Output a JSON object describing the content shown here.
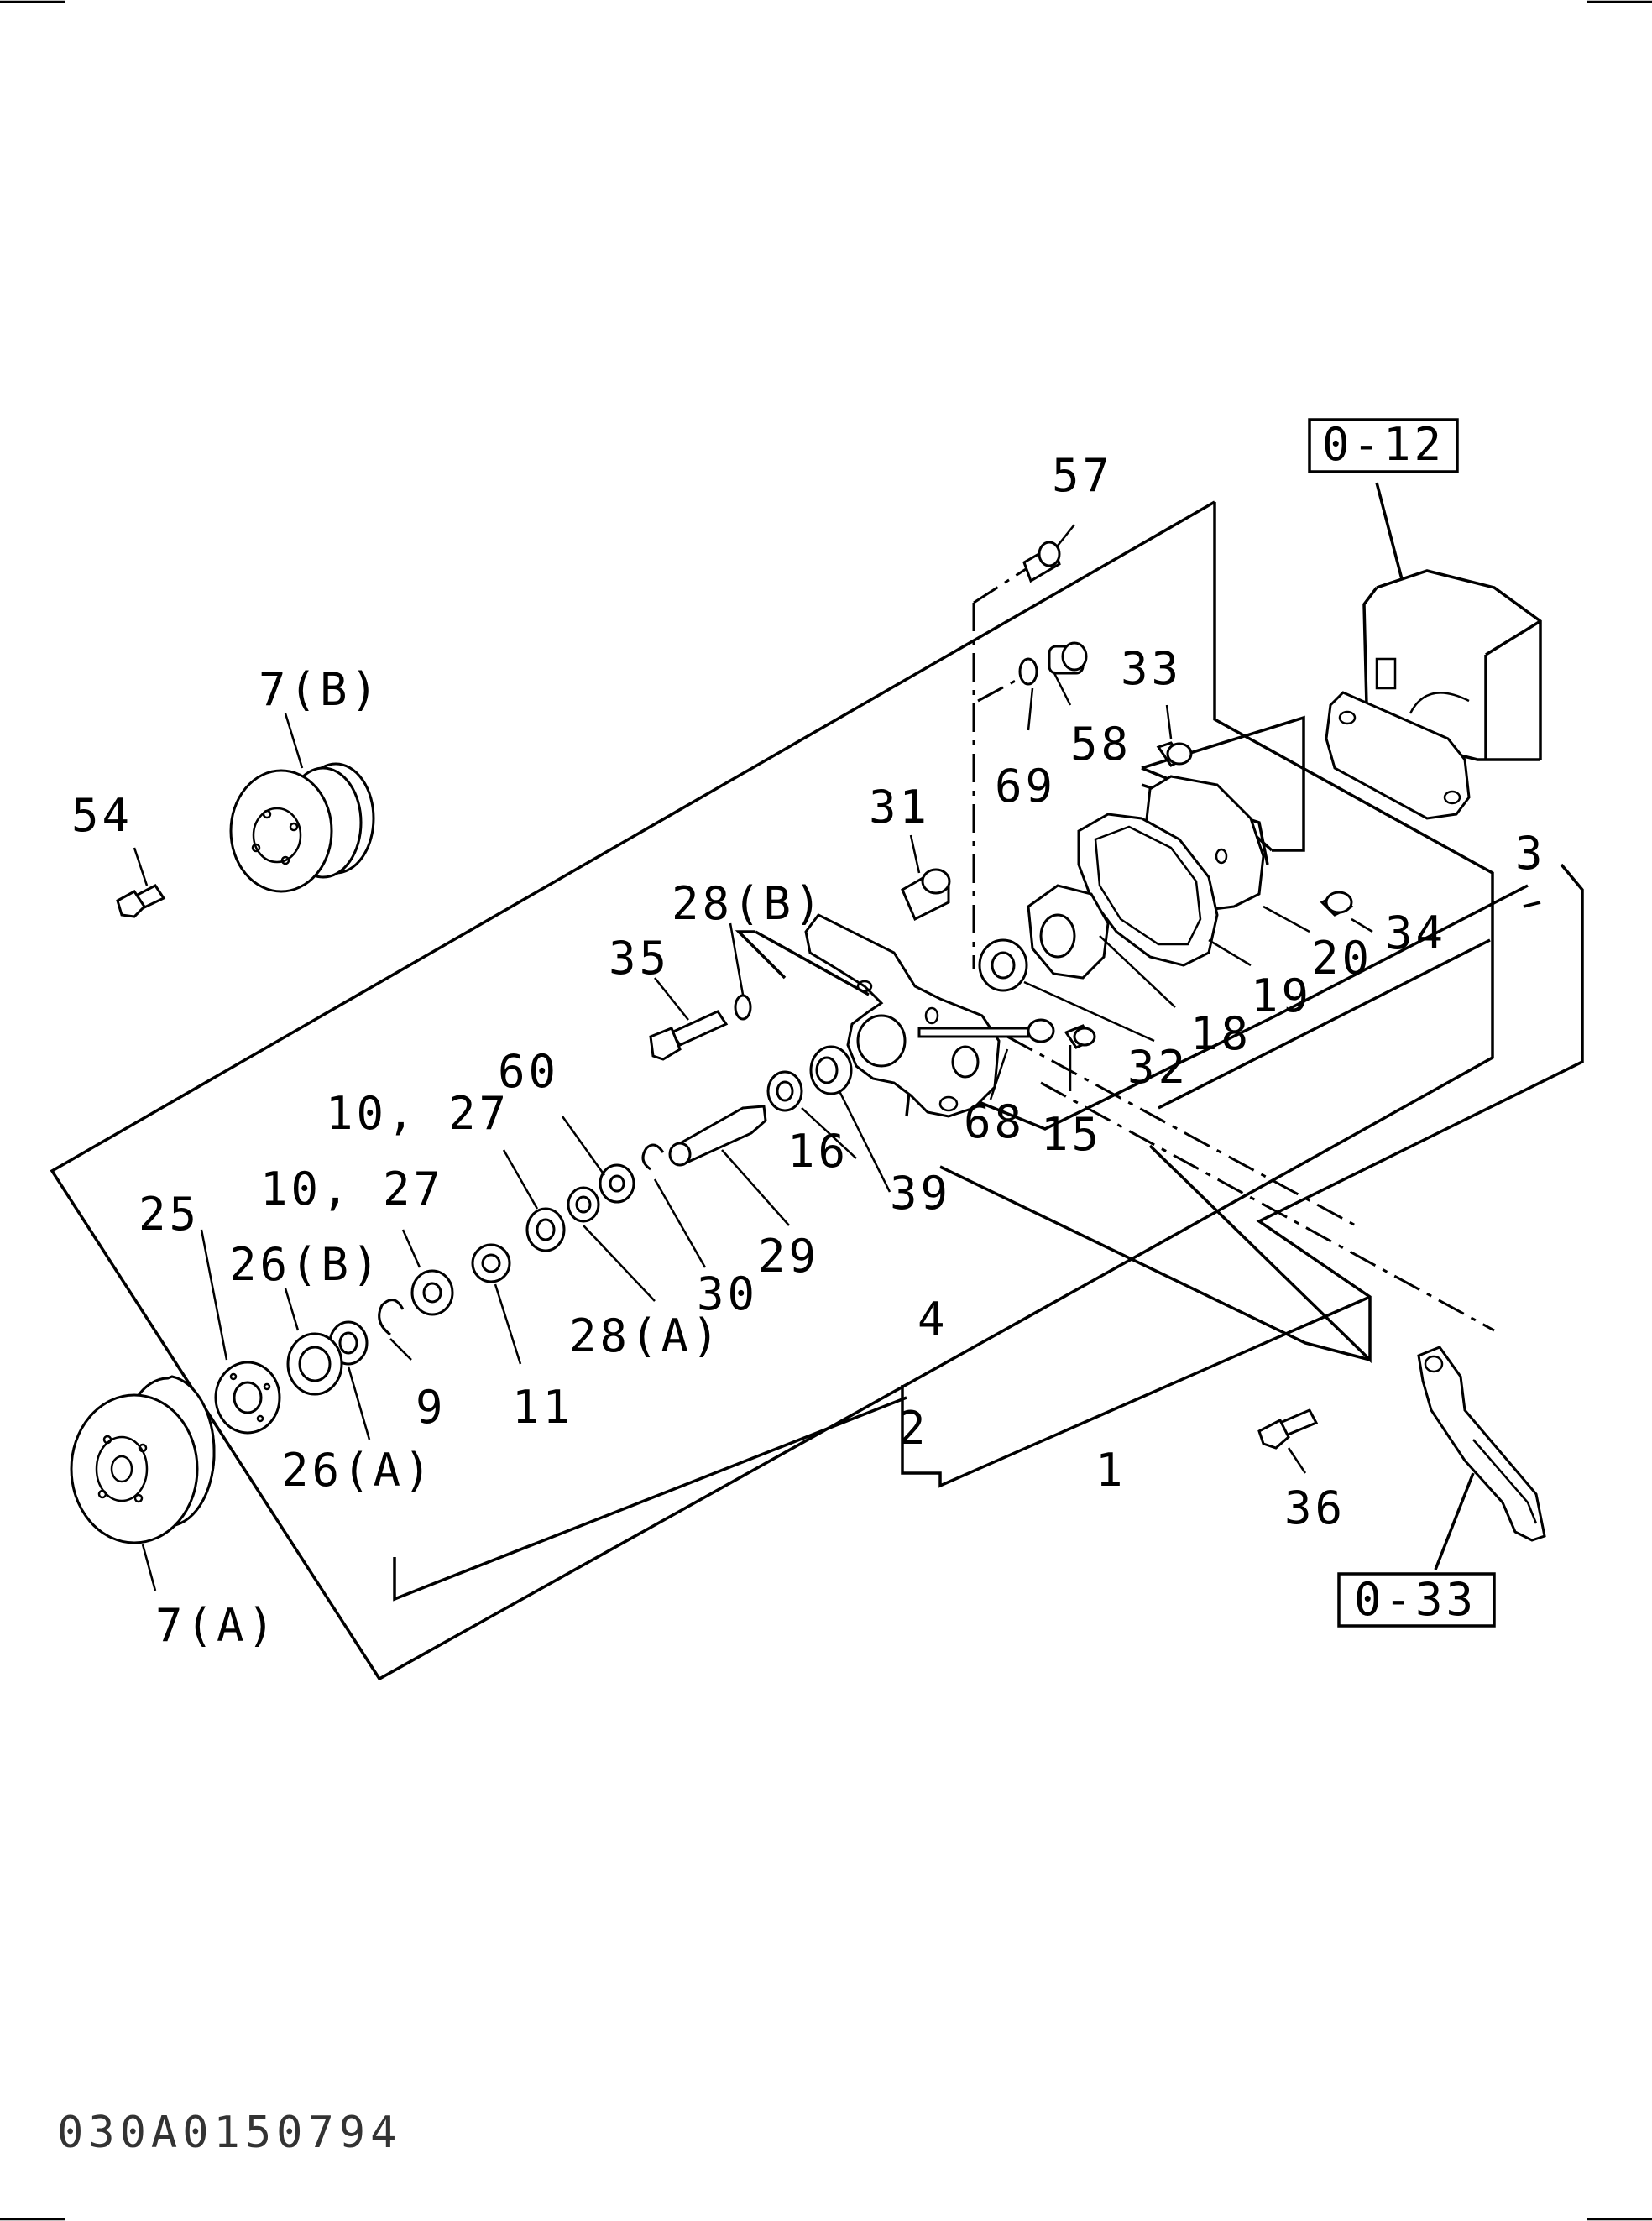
{
  "diagram_code": "030A0150794",
  "reference_boxes": [
    {
      "id": "ref-top",
      "text": "0-12"
    },
    {
      "id": "ref-bottom",
      "text": "0-33"
    }
  ],
  "labels": {
    "l57": "57",
    "l7b": "7(B)",
    "l33": "33",
    "l58": "58",
    "l69": "69",
    "l54": "54",
    "l31": "31",
    "l3": "3",
    "l28b": "28(B)",
    "l34": "34",
    "l35": "35",
    "l20": "20",
    "l19": "19",
    "l18": "18",
    "l32": "32",
    "l60": "60",
    "l1027a": "10, 27",
    "l68": "68",
    "l15": "15",
    "l16": "16",
    "l1027b": "10, 27",
    "l39": "39",
    "l25": "25",
    "l26b": "26(B)",
    "l29": "29",
    "l30": "30",
    "l4": "4",
    "l28a": "28(A)",
    "l9": "9",
    "l11": "11",
    "l2": "2",
    "l1": "1",
    "l26a": "26(A)",
    "l36": "36",
    "l7a": "7(A)"
  }
}
